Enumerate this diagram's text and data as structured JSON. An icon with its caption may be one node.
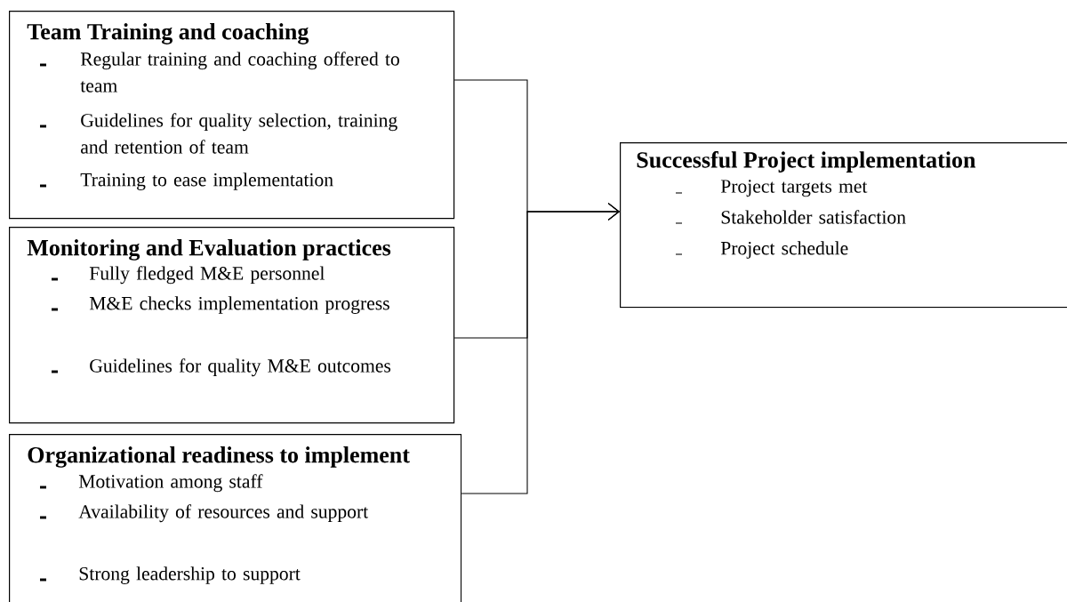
{
  "diagram": {
    "nodes": [
      {
        "text": [
          "Team Training and coaching",
          "Regular training and coaching offered to team",
          "Guidelines for quality selection, training and retention of team",
          "Training to ease implementation"
        ]
      },
      {
        "text": [
          "Monitoring and Evaluation practices",
          "Fully fledged M&E personnel",
          "M&E checks implementation progress",
          "Guidelines for quality M&E outcomes"
        ]
      },
      {
        "text": [
          "Organizational readiness to implement",
          "Motivation among staff",
          "Availability of resources and support",
          "Strong leadership to support"
        ]
      },
      {
        "text": [
          "Successful Project implementation",
          "Project targets met",
          "Stakeholder satisfaction",
          "Project schedule"
        ]
      }
    ],
    "edges": [
      {
        "from": 0,
        "to": 3,
        "arrow": "to"
      },
      {
        "from": 1,
        "to": 3,
        "arrow": "to"
      },
      {
        "from": 2,
        "to": 3,
        "arrow": "to"
      }
    ]
  }
}
